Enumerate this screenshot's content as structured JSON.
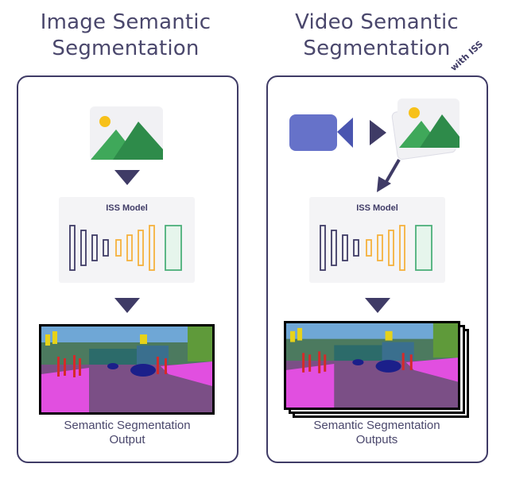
{
  "left": {
    "title_line1": "Image Semantic",
    "title_line2": "Segmentation",
    "model_label": "ISS Model",
    "caption_line1": "Semantic Segmentation",
    "caption_line2": "Output"
  },
  "right": {
    "title_line1": "Video Semantic",
    "title_line2": "Segmentation",
    "badge": "with ISS",
    "model_label": "ISS Model",
    "caption_line1": "Semantic Segmentation",
    "caption_line2": "Outputs"
  },
  "colors": {
    "panel_border": "#3f3b66",
    "arrow": "#3f3b66",
    "encoder": "#3f3b66",
    "decoder": "#f5b13d",
    "output_block": "#4caf7a",
    "segment_sky": "#4a8fc9",
    "segment_road": "#7b4f86",
    "segment_sidewalk": "#e14fe0",
    "segment_vehicle": "#1b1f8a",
    "segment_person": "#d42a2a",
    "segment_sign": "#e6d21a"
  },
  "icons": [
    "image-icon",
    "video-camera-icon",
    "arrow-down-icon",
    "arrow-right-icon",
    "arrow-diagonal-icon"
  ]
}
